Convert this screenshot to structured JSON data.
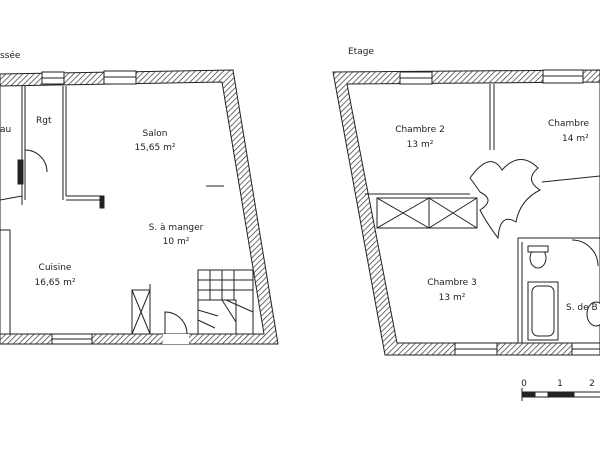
{
  "plans": {
    "ground": {
      "title": "ssée",
      "rooms": {
        "wc": "au",
        "storage": "Rgt",
        "living_name": "Salon",
        "living_area": "15,65 m²",
        "dining_name": "S. à manger",
        "dining_area": "10 m²",
        "kitchen_name": "Cuisine",
        "kitchen_area": "16,65 m²"
      }
    },
    "upper": {
      "title": "Etage",
      "rooms": {
        "bedroom2_name": "Chambre 2",
        "bedroom2_area": "13 m²",
        "bedroom1_name": "Chambre",
        "bedroom1_area": "14 m²",
        "bedroom3_name": "Chambre 3",
        "bedroom3_area": "13 m²",
        "bathroom_name": "S. de B"
      }
    }
  },
  "scale_bar": {
    "ticks": [
      "0",
      "1",
      "2"
    ]
  },
  "colors": {
    "wall_hatch": "#333333",
    "line": "#222222",
    "background": "#ffffff"
  }
}
